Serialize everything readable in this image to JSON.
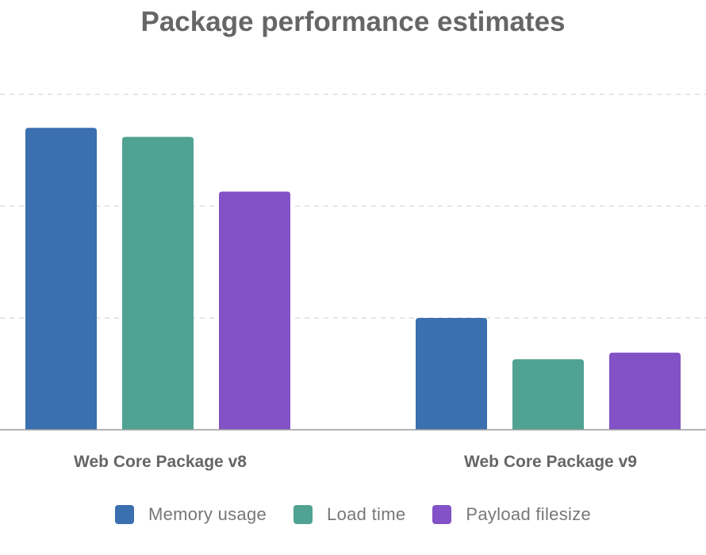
{
  "chart_data": {
    "type": "bar",
    "title": "Package performance estimates",
    "categories": [
      "Web Core Package v8",
      "Web Core Package v9"
    ],
    "series": [
      {
        "name": "Memory usage",
        "color": "#3a6fb0",
        "values": [
          2.7,
          1.0
        ]
      },
      {
        "name": "Load time",
        "color": "#50a393",
        "values": [
          2.62,
          0.63
        ]
      },
      {
        "name": "Payload filesize",
        "color": "#8352c6",
        "values": [
          2.13,
          0.69
        ]
      }
    ],
    "ylim": [
      0,
      3
    ],
    "grid": true,
    "legend_position": "bottom"
  }
}
